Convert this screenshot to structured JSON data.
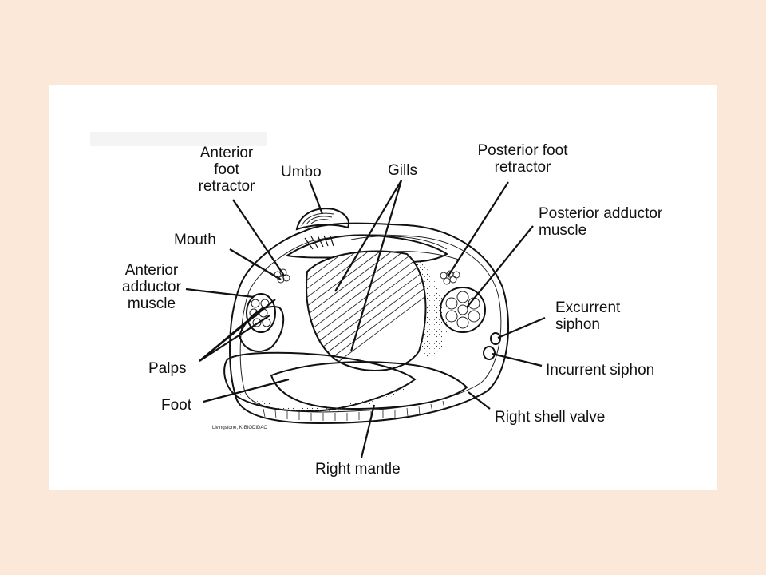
{
  "labels": {
    "anterior_foot_retractor": [
      "Anterior",
      "foot",
      "retractor"
    ],
    "umbo": "Umbo",
    "gills": "Gills",
    "posterior_foot_retractor": [
      "Posterior foot",
      "retractor"
    ],
    "posterior_adductor_muscle": [
      "Posterior adductor",
      "muscle"
    ],
    "mouth": "Mouth",
    "anterior_adductor_muscle": [
      "Anterior",
      "adductor",
      "muscle"
    ],
    "excurrent_siphon": [
      "Excurrent",
      "siphon"
    ],
    "incurrent_siphon": "Incurrent  siphon",
    "palps": "Palps",
    "foot": "Foot",
    "right_shell_valve": "Right  shell  valve",
    "right_mantle": "Right  mantle"
  },
  "credit": "Livingstone, K-BIODIDAC"
}
